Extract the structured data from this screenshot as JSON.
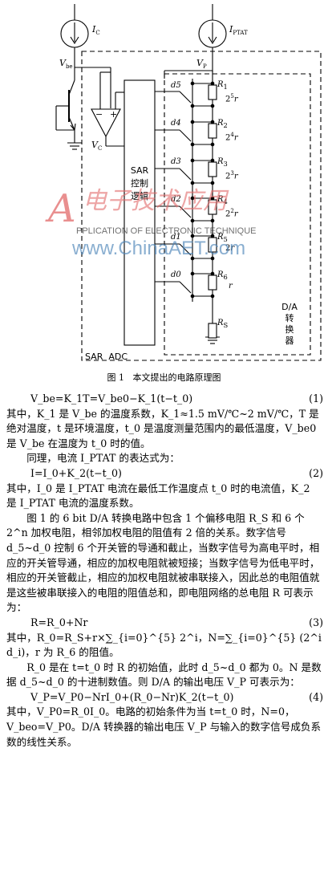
{
  "figure": {
    "labels": {
      "ic": "I",
      "ic_sub": "C",
      "iptat": "I",
      "iptat_sub": "PTAT",
      "vbe": "V",
      "vbe_sub": "be",
      "vc": "V",
      "vc_sub": "C",
      "vp": "V",
      "vp_sub": "P",
      "minus": "−",
      "plus": "+",
      "sar_lines": [
        "SAR",
        "控制",
        "逻辑"
      ],
      "switches": [
        "d5",
        "d4",
        "d3",
        "d2",
        "d1",
        "d0"
      ],
      "resistors": [
        {
          "name": "R",
          "sub": "1",
          "value": "2",
          "sup": "5",
          "unit": "r"
        },
        {
          "name": "R",
          "sub": "2",
          "value": "2",
          "sup": "4",
          "unit": "r"
        },
        {
          "name": "R",
          "sub": "3",
          "value": "2",
          "sup": "3",
          "unit": "r"
        },
        {
          "name": "R",
          "sub": "4",
          "value": "2",
          "sup": "2",
          "unit": "r"
        },
        {
          "name": "R",
          "sub": "5",
          "value": "2",
          "sup": "",
          "unit": "r"
        },
        {
          "name": "R",
          "sub": "6",
          "value": "",
          "sup": "",
          "unit": "r"
        },
        {
          "name": "R",
          "sub": "S",
          "value": "",
          "sup": "",
          "unit": ""
        }
      ],
      "da_lines": [
        "D/A",
        "转",
        "换",
        "器"
      ],
      "sar_adc": "SAR  ADC"
    },
    "watermark": {
      "logo": "A",
      "cn": "电子技术应用",
      "en": "PPLICATION OF ELECTRONIC TECHNIQUE",
      "url": "www.ChinaAET.com",
      "color": "#e26a6a"
    }
  },
  "caption": "图 1   本文提出的电路原理图",
  "body": {
    "eq1": "V_be=K_1T=V_be0−K_1(t−t_0)",
    "eq1_num": "(1)",
    "p1": "其中，K_1 是 V_be 的温度系数，K_1≈1.5 mV/℃~2 mV/℃，T 是绝对温度，t 是环境温度，t_0 是温度测量范围内的最低温度，V_be0 是 V_be 在温度为 t_0 时的值。",
    "p2": "同理，电流 I_PTAT 的表达式为：",
    "eq2": "I=I_0+K_2(t−t_0)",
    "eq2_num": "(2)",
    "p3": "其中，I_0 是 I_PTAT 电流在最低工作温度点 t_0 时的电流值，K_2 是 I_PTAT 电流的温度系数。",
    "p4": "图 1 的 6 bit D/A 转换电路中包含 1 个偏移电阻 R_S 和 6 个 2^n 加权电阻，相邻加权电阻的阻值有 2 倍的关系。数字信号 d_5~d_0 控制 6 个开关管的导通和截止，当数字信号为高电平时，相应的开关管导通，相应的加权电阻就被短接；当数字信号为低电平时，相应的开关管截止，相应的加权电阻就被串联接入，因此总的电阻值就是这些被串联接入的电阻的阻值总和，即电阻网络的总电阻 R 可表示为：",
    "eq3": "R=R_0+Nr",
    "eq3_num": "(3)",
    "p5": "其中，R_0=R_S+r×∑_{i=0}^{5} 2^i，N=∑_{i=0}^{5} (2^i d_i)，r 为 R_6 的阻值。",
    "p6": "R_0 是在 t=t_0 时 R 的初始值，此时 d_5~d_0 都为 0。N 是数据 d_5~d_0 的十进制数值。则 D/A 的输出电压 V_P 可表示为：",
    "eq4": "V_P=V_P0−NrI_0+(R_0−Nr)K_2(t−t_0)",
    "eq4_num": "(4)",
    "p7": "其中，V_P0=R_0I_0。电路的初始条件为当 t=t_0 时，N=0，V_beo=V_P0。D/A 转换器的输出电压 V_P 与输入的数字信号成负系数的线性关系。"
  }
}
